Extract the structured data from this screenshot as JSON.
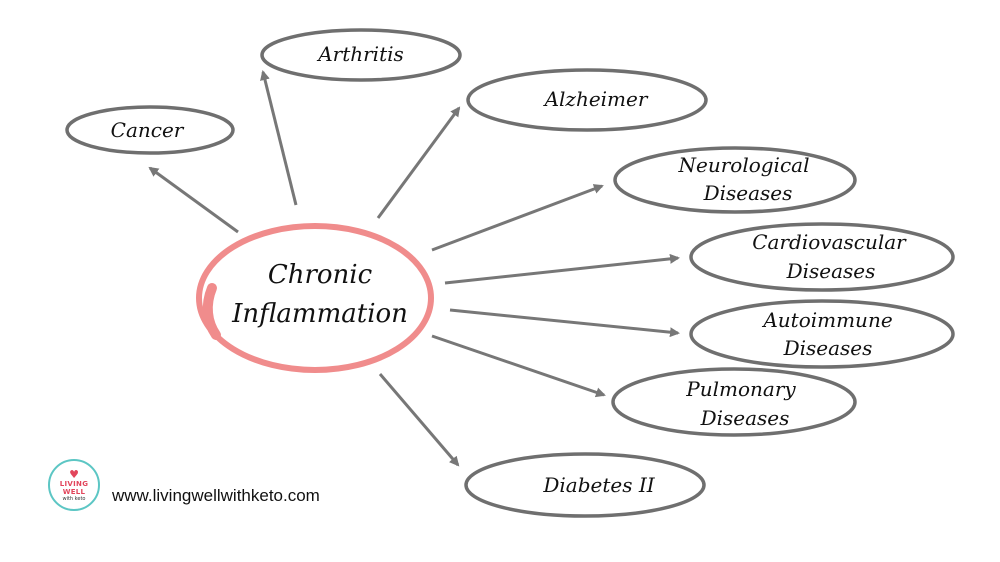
{
  "diagram": {
    "center": {
      "line1": "Chronic",
      "line2": "Inflammation"
    },
    "nodes": [
      {
        "id": "cancer",
        "lines": [
          "Cancer"
        ]
      },
      {
        "id": "arthritis",
        "lines": [
          "Arthritis"
        ]
      },
      {
        "id": "alzheimer",
        "lines": [
          "Alzheimer"
        ]
      },
      {
        "id": "neurological",
        "lines": [
          "Neurological",
          "Diseases"
        ]
      },
      {
        "id": "cardiovascular",
        "lines": [
          "Cardiovascular",
          "Diseases"
        ]
      },
      {
        "id": "autoimmune",
        "lines": [
          "Autoimmune",
          "Diseases"
        ]
      },
      {
        "id": "pulmonary",
        "lines": [
          "Pulmonary",
          "Diseases"
        ]
      },
      {
        "id": "diabetes",
        "lines": [
          "Diabetes II"
        ]
      }
    ],
    "colors": {
      "center_ring": "#f08c8c",
      "node_ring": "#6f6f6f",
      "arrow": "#777777",
      "text": "#111111"
    }
  },
  "footer": {
    "logo": {
      "line1": "LIVING",
      "line2": "WELL",
      "sub": "with keto"
    },
    "website": "www.livingwellwithketo.com"
  }
}
